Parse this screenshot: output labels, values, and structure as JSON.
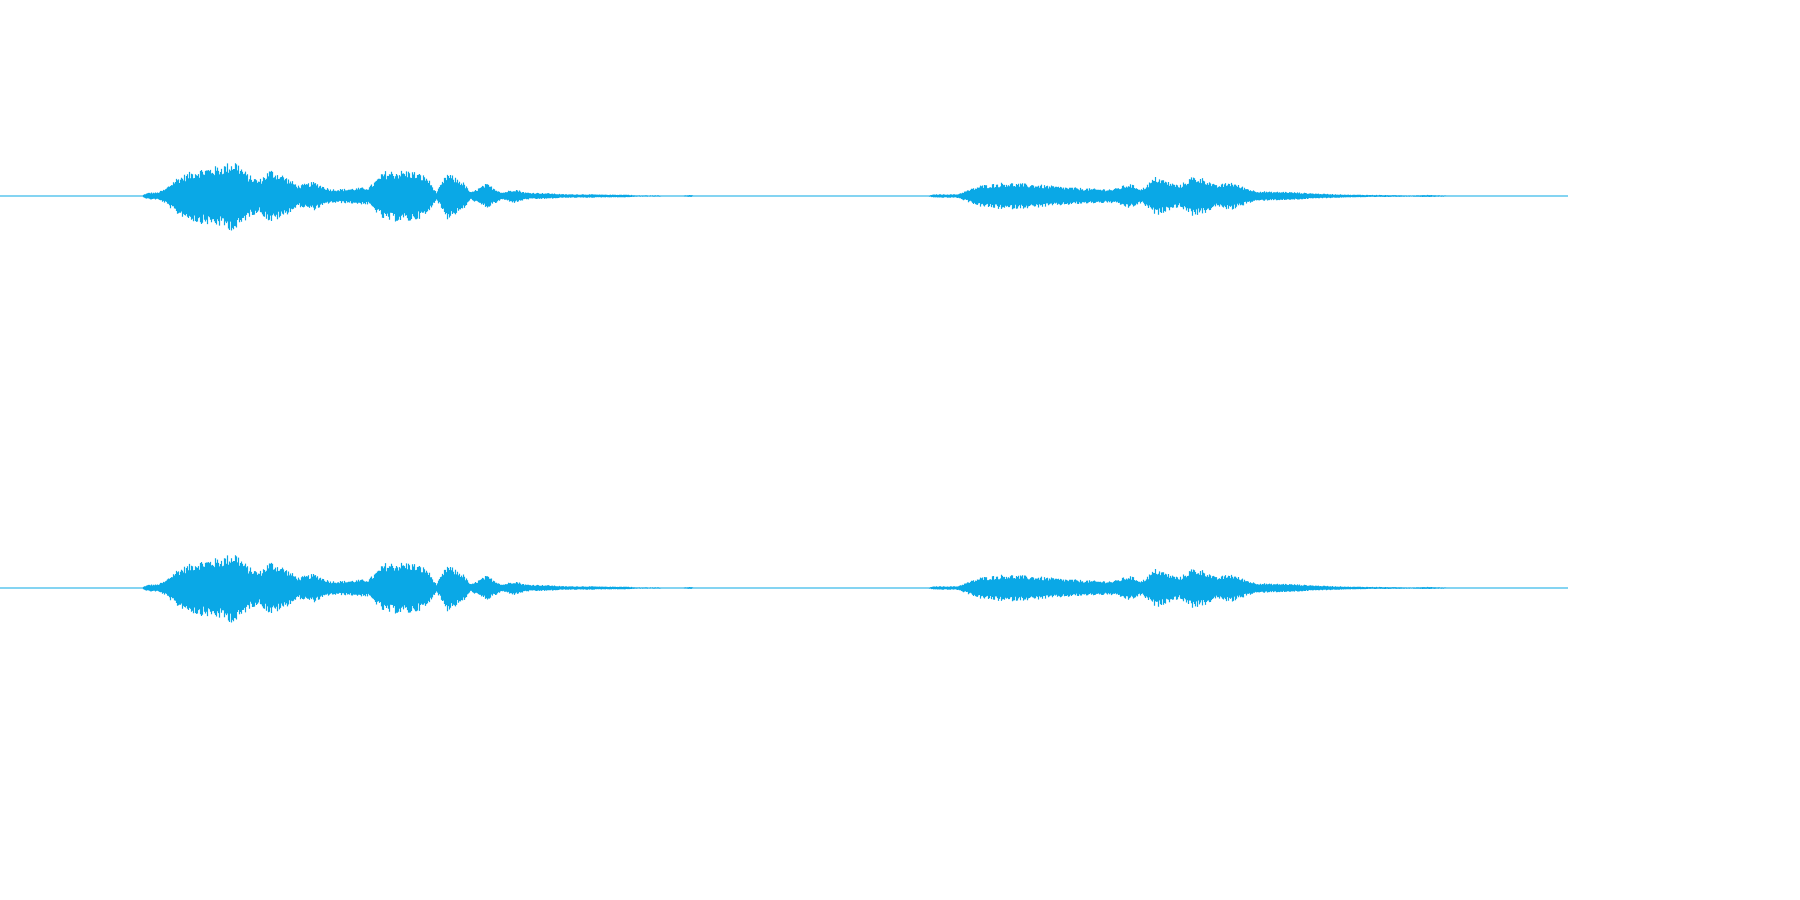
{
  "waveform": {
    "color": "#0aa8e6",
    "background": "#ffffff",
    "channels": [
      {
        "name": "channel-1",
        "envelope": [
          [
            0.0,
            0.0
          ],
          [
            0.09,
            0.0
          ],
          [
            0.092,
            0.06
          ],
          [
            0.095,
            0.1
          ],
          [
            0.1,
            0.1
          ],
          [
            0.105,
            0.2
          ],
          [
            0.112,
            0.5
          ],
          [
            0.125,
            0.75
          ],
          [
            0.14,
            0.85
          ],
          [
            0.15,
            1.0
          ],
          [
            0.158,
            0.6
          ],
          [
            0.165,
            0.45
          ],
          [
            0.172,
            0.75
          ],
          [
            0.18,
            0.6
          ],
          [
            0.19,
            0.3
          ],
          [
            0.2,
            0.4
          ],
          [
            0.21,
            0.2
          ],
          [
            0.22,
            0.2
          ],
          [
            0.235,
            0.25
          ],
          [
            0.245,
            0.7
          ],
          [
            0.262,
            0.72
          ],
          [
            0.272,
            0.55
          ],
          [
            0.278,
            0.1
          ],
          [
            0.285,
            0.65
          ],
          [
            0.295,
            0.4
          ],
          [
            0.3,
            0.1
          ],
          [
            0.31,
            0.35
          ],
          [
            0.32,
            0.1
          ],
          [
            0.328,
            0.2
          ],
          [
            0.335,
            0.1
          ],
          [
            0.35,
            0.08
          ],
          [
            0.36,
            0.05
          ],
          [
            0.375,
            0.05
          ],
          [
            0.385,
            0.04
          ],
          [
            0.4,
            0.04
          ],
          [
            0.405,
            0.02
          ],
          [
            0.42,
            0.02
          ],
          [
            0.43,
            0.0
          ],
          [
            0.44,
            0.03
          ],
          [
            0.445,
            0.0
          ],
          [
            0.59,
            0.0
          ],
          [
            0.596,
            0.05
          ],
          [
            0.61,
            0.05
          ],
          [
            0.625,
            0.3
          ],
          [
            0.64,
            0.38
          ],
          [
            0.66,
            0.33
          ],
          [
            0.68,
            0.25
          ],
          [
            0.7,
            0.2
          ],
          [
            0.71,
            0.2
          ],
          [
            0.72,
            0.35
          ],
          [
            0.728,
            0.2
          ],
          [
            0.737,
            0.55
          ],
          [
            0.745,
            0.4
          ],
          [
            0.752,
            0.3
          ],
          [
            0.76,
            0.55
          ],
          [
            0.768,
            0.5
          ],
          [
            0.775,
            0.3
          ],
          [
            0.785,
            0.4
          ],
          [
            0.79,
            0.3
          ],
          [
            0.8,
            0.15
          ],
          [
            0.81,
            0.12
          ],
          [
            0.82,
            0.12
          ],
          [
            0.84,
            0.07
          ],
          [
            0.86,
            0.04
          ],
          [
            0.88,
            0.03
          ],
          [
            0.9,
            0.02
          ],
          [
            0.91,
            0.03
          ],
          [
            0.92,
            0.02
          ],
          [
            0.93,
            0.0
          ],
          [
            1.0,
            0.0
          ]
        ]
      },
      {
        "name": "channel-2",
        "envelope": [
          [
            0.0,
            0.0
          ],
          [
            0.09,
            0.0
          ],
          [
            0.092,
            0.06
          ],
          [
            0.095,
            0.1
          ],
          [
            0.1,
            0.1
          ],
          [
            0.105,
            0.2
          ],
          [
            0.112,
            0.5
          ],
          [
            0.125,
            0.75
          ],
          [
            0.14,
            0.85
          ],
          [
            0.15,
            1.0
          ],
          [
            0.158,
            0.6
          ],
          [
            0.165,
            0.45
          ],
          [
            0.172,
            0.75
          ],
          [
            0.18,
            0.6
          ],
          [
            0.19,
            0.3
          ],
          [
            0.2,
            0.4
          ],
          [
            0.21,
            0.2
          ],
          [
            0.22,
            0.2
          ],
          [
            0.235,
            0.25
          ],
          [
            0.245,
            0.7
          ],
          [
            0.262,
            0.72
          ],
          [
            0.272,
            0.55
          ],
          [
            0.278,
            0.1
          ],
          [
            0.285,
            0.65
          ],
          [
            0.295,
            0.4
          ],
          [
            0.3,
            0.1
          ],
          [
            0.31,
            0.35
          ],
          [
            0.32,
            0.1
          ],
          [
            0.328,
            0.2
          ],
          [
            0.335,
            0.1
          ],
          [
            0.35,
            0.08
          ],
          [
            0.36,
            0.05
          ],
          [
            0.375,
            0.05
          ],
          [
            0.385,
            0.04
          ],
          [
            0.4,
            0.04
          ],
          [
            0.405,
            0.02
          ],
          [
            0.42,
            0.02
          ],
          [
            0.43,
            0.0
          ],
          [
            0.44,
            0.03
          ],
          [
            0.445,
            0.0
          ],
          [
            0.59,
            0.0
          ],
          [
            0.596,
            0.05
          ],
          [
            0.61,
            0.05
          ],
          [
            0.625,
            0.3
          ],
          [
            0.64,
            0.38
          ],
          [
            0.66,
            0.33
          ],
          [
            0.68,
            0.25
          ],
          [
            0.7,
            0.2
          ],
          [
            0.71,
            0.2
          ],
          [
            0.72,
            0.35
          ],
          [
            0.728,
            0.2
          ],
          [
            0.737,
            0.55
          ],
          [
            0.745,
            0.4
          ],
          [
            0.752,
            0.3
          ],
          [
            0.76,
            0.55
          ],
          [
            0.768,
            0.5
          ],
          [
            0.775,
            0.3
          ],
          [
            0.785,
            0.4
          ],
          [
            0.79,
            0.3
          ],
          [
            0.8,
            0.15
          ],
          [
            0.81,
            0.12
          ],
          [
            0.82,
            0.12
          ],
          [
            0.84,
            0.07
          ],
          [
            0.86,
            0.04
          ],
          [
            0.88,
            0.03
          ],
          [
            0.9,
            0.02
          ],
          [
            0.91,
            0.03
          ],
          [
            0.92,
            0.02
          ],
          [
            0.93,
            0.0
          ],
          [
            1.0,
            0.0
          ]
        ]
      }
    ]
  }
}
